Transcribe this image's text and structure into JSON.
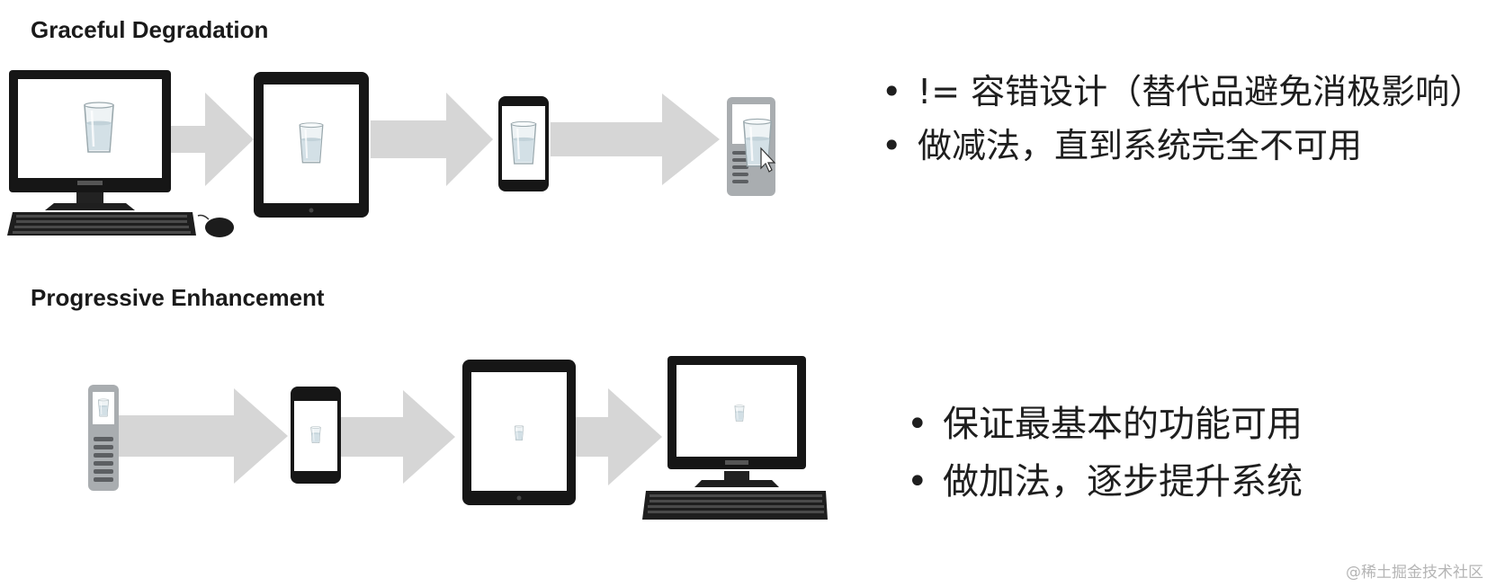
{
  "sections": [
    {
      "title": "Graceful Degradation",
      "devices": [
        "desktop-computer",
        "tablet",
        "smartphone",
        "flip-phone"
      ],
      "bullets": [
        "!= 容错设计（替代品避免消极影响）",
        "做减法，直到系统完全不可用"
      ]
    },
    {
      "title": "Progressive Enhancement",
      "devices": [
        "flip-phone",
        "smartphone",
        "tablet",
        "desktop-computer"
      ],
      "bullets": [
        "保证最基本的功能可用",
        "做加法，逐步提升系统"
      ]
    }
  ],
  "watermark": "@稀土掘金技术社区",
  "colors": {
    "arrow": "#d6d6d6",
    "device_body": "#161616",
    "screen": "#ffffff",
    "text": "#1e1e1e"
  }
}
